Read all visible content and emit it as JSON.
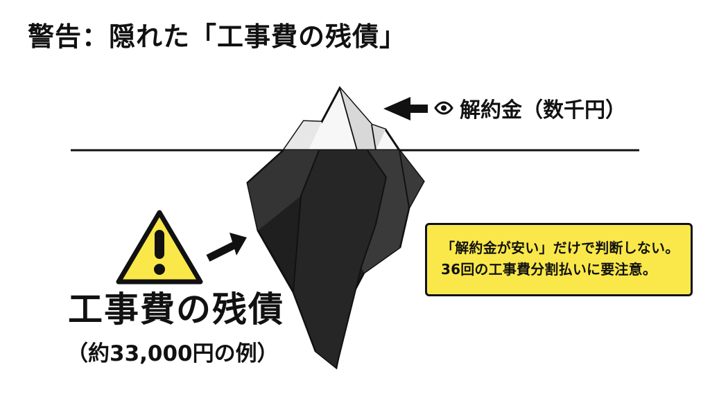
{
  "title": "警告：隠れた「工事費の残債」",
  "tip_label": "解約金（数千円）",
  "hidden_label": "工事費の残債",
  "hidden_subtitle": "（約33,000円の例）",
  "callout": {
    "line1": "「解約金が安い」だけで判断しない。",
    "line2": "36回の工事費分割払いに要注意。"
  },
  "icons": {
    "eye": "eye-icon",
    "warning": "warning-triangle-icon",
    "arrow_top": "left-arrow-icon",
    "arrow_bottom": "diagonal-arrow-icon"
  },
  "colors": {
    "warning_fill": "#fae84a",
    "callout_fill": "#fae84a",
    "iceberg_dark": "#1f1f1f",
    "iceberg_mid": "#333333",
    "waterline": "#111111"
  }
}
